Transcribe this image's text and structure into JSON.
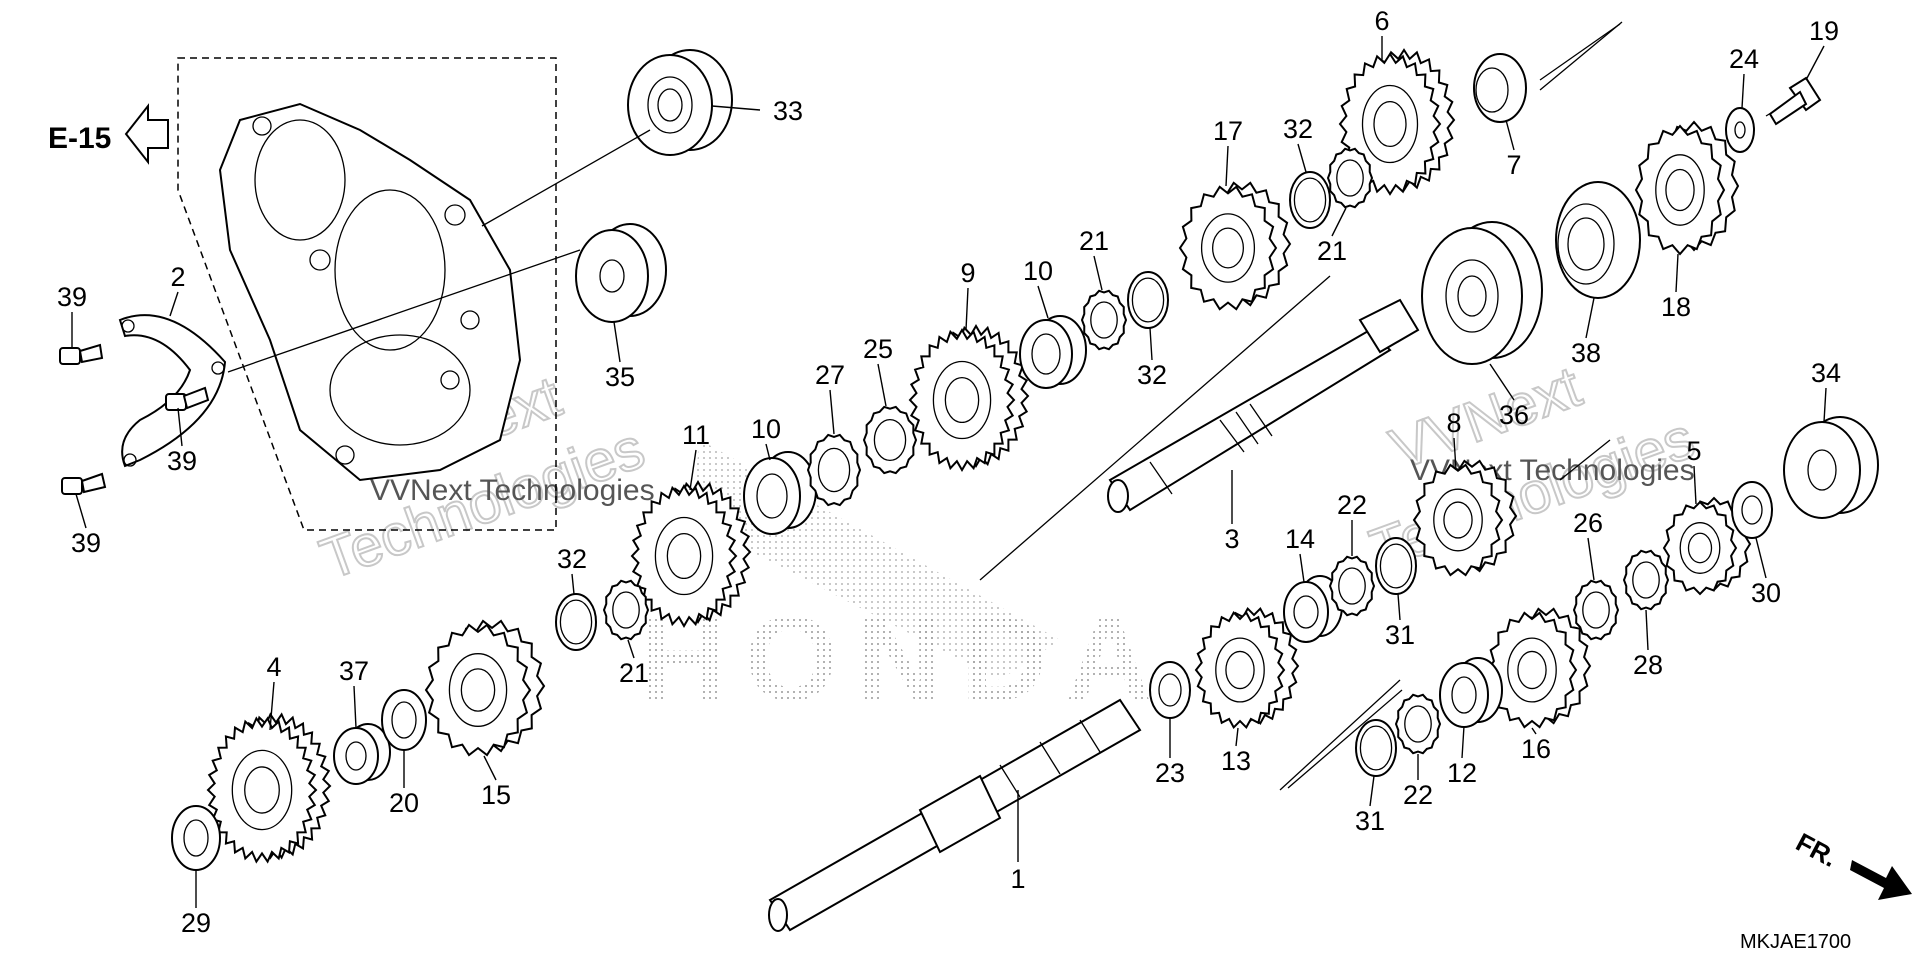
{
  "diagram": {
    "reference_label": "E-15",
    "direction_label": "FR.",
    "diagram_code": "MKJAE1700",
    "watermark_brand": "HONDA",
    "watermark_lines": [
      "VVNext",
      "Technologies",
      "VVNext Technologies"
    ],
    "callouts": [
      {
        "id": "c1",
        "label": "1"
      },
      {
        "id": "c2",
        "label": "2"
      },
      {
        "id": "c3",
        "label": "3"
      },
      {
        "id": "c4",
        "label": "4"
      },
      {
        "id": "c5",
        "label": "5"
      },
      {
        "id": "c6",
        "label": "6"
      },
      {
        "id": "c7",
        "label": "7"
      },
      {
        "id": "c8",
        "label": "8"
      },
      {
        "id": "c9",
        "label": "9"
      },
      {
        "id": "c10a",
        "label": "10"
      },
      {
        "id": "c10b",
        "label": "10"
      },
      {
        "id": "c11",
        "label": "11"
      },
      {
        "id": "c12",
        "label": "12"
      },
      {
        "id": "c13",
        "label": "13"
      },
      {
        "id": "c14",
        "label": "14"
      },
      {
        "id": "c15",
        "label": "15"
      },
      {
        "id": "c16",
        "label": "16"
      },
      {
        "id": "c17",
        "label": "17"
      },
      {
        "id": "c18",
        "label": "18"
      },
      {
        "id": "c19",
        "label": "19"
      },
      {
        "id": "c20",
        "label": "20"
      },
      {
        "id": "c21a",
        "label": "21"
      },
      {
        "id": "c21b",
        "label": "21"
      },
      {
        "id": "c21c",
        "label": "21"
      },
      {
        "id": "c22a",
        "label": "22"
      },
      {
        "id": "c22b",
        "label": "22"
      },
      {
        "id": "c23",
        "label": "23"
      },
      {
        "id": "c24",
        "label": "24"
      },
      {
        "id": "c25",
        "label": "25"
      },
      {
        "id": "c26",
        "label": "26"
      },
      {
        "id": "c27",
        "label": "27"
      },
      {
        "id": "c28",
        "label": "28"
      },
      {
        "id": "c29",
        "label": "29"
      },
      {
        "id": "c30",
        "label": "30"
      },
      {
        "id": "c31a",
        "label": "31"
      },
      {
        "id": "c31b",
        "label": "31"
      },
      {
        "id": "c32a",
        "label": "32"
      },
      {
        "id": "c32b",
        "label": "32"
      },
      {
        "id": "c32c",
        "label": "32"
      },
      {
        "id": "c33",
        "label": "33"
      },
      {
        "id": "c34",
        "label": "34"
      },
      {
        "id": "c35",
        "label": "35"
      },
      {
        "id": "c36",
        "label": "36"
      },
      {
        "id": "c37",
        "label": "37"
      },
      {
        "id": "c38",
        "label": "38"
      },
      {
        "id": "c39a",
        "label": "39"
      },
      {
        "id": "c39b",
        "label": "39"
      },
      {
        "id": "c39c",
        "label": "39"
      }
    ]
  }
}
